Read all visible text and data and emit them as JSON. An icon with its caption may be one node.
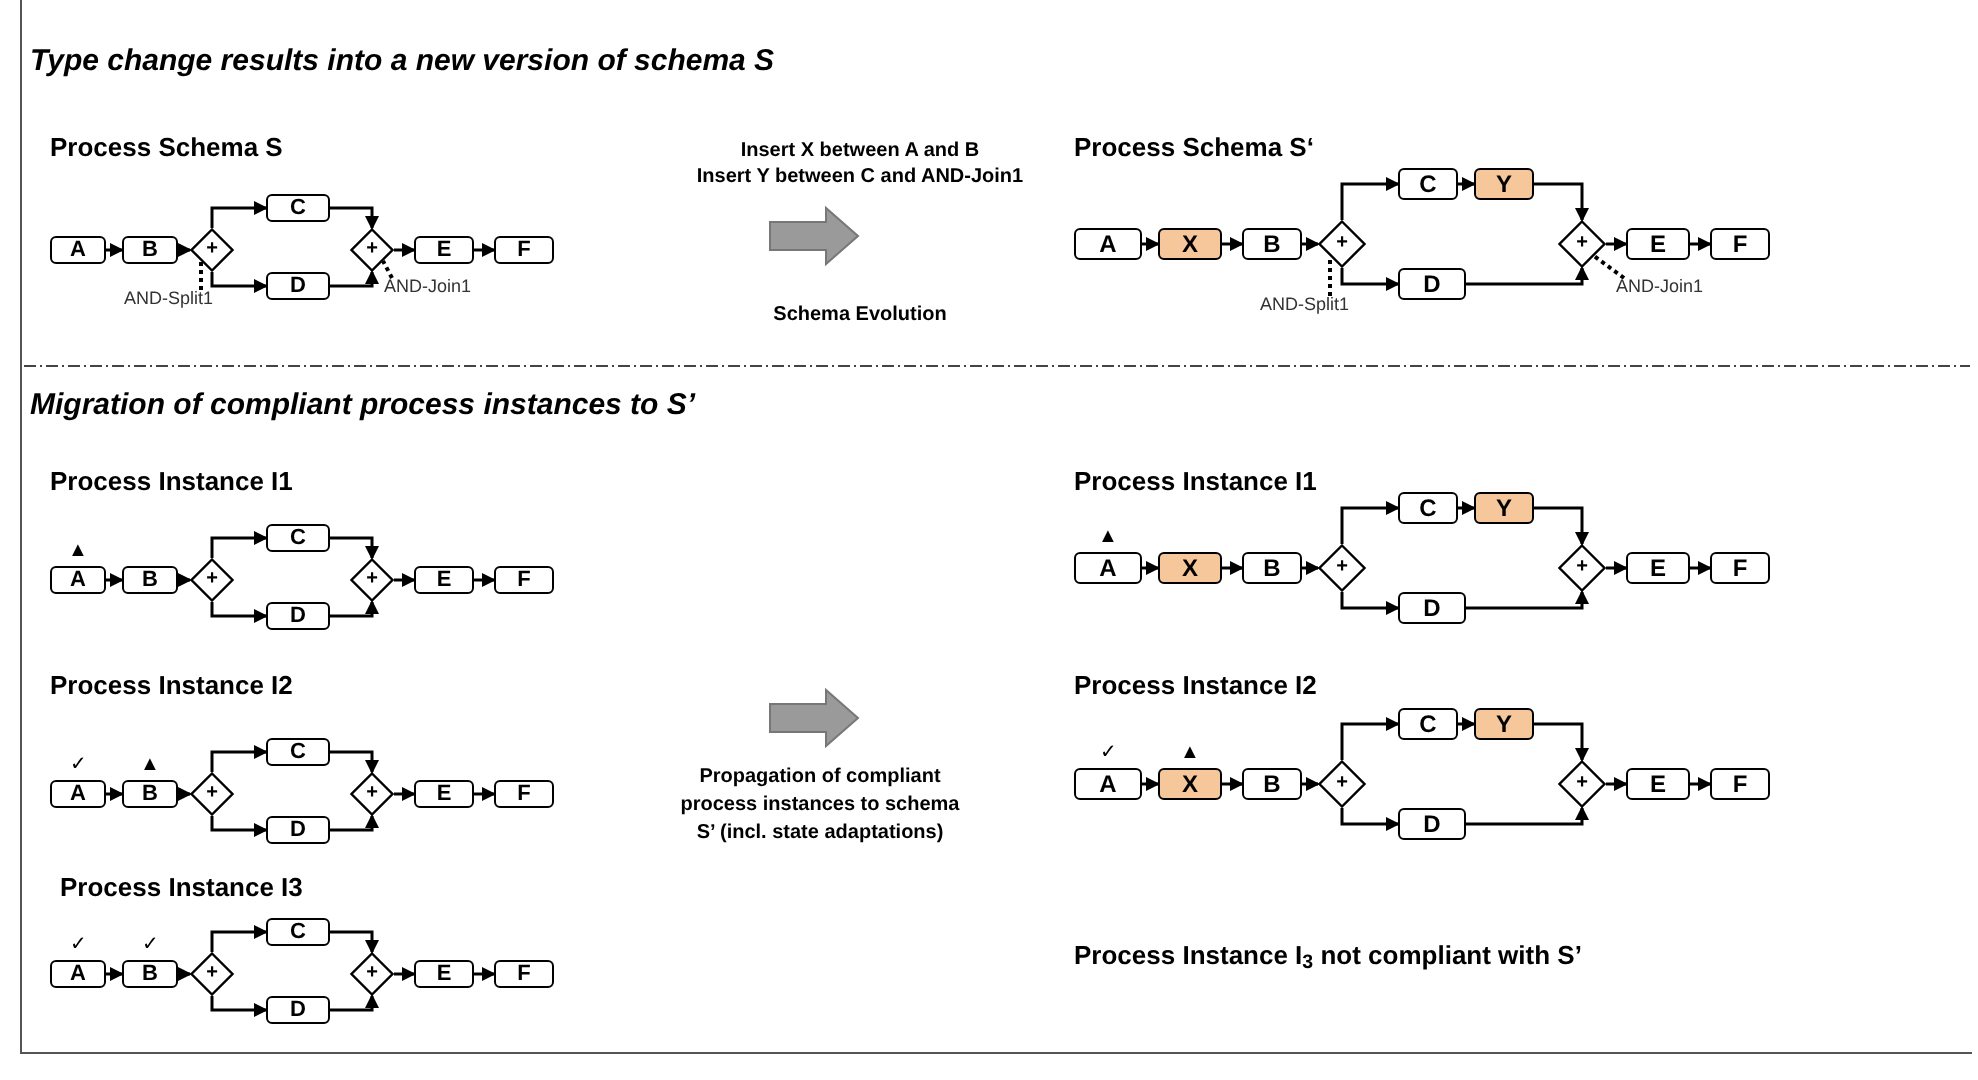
{
  "diagram": {
    "nodes": [
      {
        "text": [
          "A"
        ]
      },
      {
        "text": [
          "B"
        ]
      },
      {
        "text": [
          "+"
        ]
      },
      {
        "text": [
          "C"
        ]
      },
      {
        "text": [
          "D"
        ]
      },
      {
        "text": [
          "+"
        ]
      },
      {
        "text": [
          "E"
        ]
      },
      {
        "text": [
          "F"
        ]
      },
      {
        "text": [
          "AND-Split1"
        ]
      },
      {
        "text": [
          "AND-Join1"
        ]
      },
      {
        "text": [
          "A"
        ]
      },
      {
        "text": [
          "X"
        ]
      },
      {
        "text": [
          "B"
        ]
      },
      {
        "text": [
          "+"
        ]
      },
      {
        "text": [
          "C"
        ]
      },
      {
        "text": [
          "Y"
        ]
      },
      {
        "text": [
          "D"
        ]
      },
      {
        "text": [
          "+"
        ]
      },
      {
        "text": [
          "E"
        ]
      },
      {
        "text": [
          "F"
        ]
      },
      {
        "text": [
          "AND-Split1"
        ]
      },
      {
        "text": [
          "AND-Join1"
        ]
      },
      {
        "text": [
          "A"
        ],
        "beside": [
          "▲"
        ]
      },
      {
        "text": [
          "B"
        ]
      },
      {
        "text": [
          "+"
        ]
      },
      {
        "text": [
          "C"
        ]
      },
      {
        "text": [
          "D"
        ]
      },
      {
        "text": [
          "+"
        ]
      },
      {
        "text": [
          "E"
        ]
      },
      {
        "text": [
          "F"
        ]
      },
      {
        "text": [
          "A"
        ],
        "beside": [
          "▲"
        ]
      },
      {
        "text": [
          "X"
        ]
      },
      {
        "text": [
          "B"
        ]
      },
      {
        "text": [
          "+"
        ]
      },
      {
        "text": [
          "C"
        ]
      },
      {
        "text": [
          "Y"
        ]
      },
      {
        "text": [
          "D"
        ]
      },
      {
        "text": [
          "+"
        ]
      },
      {
        "text": [
          "E"
        ]
      },
      {
        "text": [
          "F"
        ]
      },
      {
        "text": [
          "A"
        ],
        "beside": [
          "✓"
        ]
      },
      {
        "text": [
          "B"
        ],
        "beside": [
          "▲"
        ]
      },
      {
        "text": [
          "+"
        ]
      },
      {
        "text": [
          "C"
        ]
      },
      {
        "text": [
          "D"
        ]
      },
      {
        "text": [
          "+"
        ]
      },
      {
        "text": [
          "E"
        ]
      },
      {
        "text": [
          "F"
        ]
      },
      {
        "text": [
          "A"
        ],
        "beside": [
          "✓"
        ]
      },
      {
        "text": [
          "X"
        ],
        "beside": [
          "▲"
        ]
      },
      {
        "text": [
          "B"
        ]
      },
      {
        "text": [
          "+"
        ]
      },
      {
        "text": [
          "C"
        ]
      },
      {
        "text": [
          "Y"
        ]
      },
      {
        "text": [
          "D"
        ]
      },
      {
        "text": [
          "+"
        ]
      },
      {
        "text": [
          "E"
        ]
      },
      {
        "text": [
          "F"
        ]
      },
      {
        "text": [
          "A"
        ],
        "beside": [
          "✓"
        ]
      },
      {
        "text": [
          "B"
        ],
        "beside": [
          "✓"
        ]
      },
      {
        "text": [
          "+"
        ]
      },
      {
        "text": [
          "C"
        ]
      },
      {
        "text": [
          "D"
        ]
      },
      {
        "text": [
          "+"
        ]
      },
      {
        "text": [
          "E"
        ]
      },
      {
        "text": [
          "F"
        ]
      }
    ],
    "edges": [
      {
        "from": 0,
        "to": 1,
        "arrow": "to"
      },
      {
        "from": 1,
        "to": 2,
        "arrow": "to"
      },
      {
        "from": 2,
        "to": 3,
        "arrow": "to"
      },
      {
        "from": 2,
        "to": 4,
        "arrow": "to"
      },
      {
        "from": 3,
        "to": 5,
        "arrow": "to"
      },
      {
        "from": 4,
        "to": 5,
        "arrow": "to"
      },
      {
        "from": 5,
        "to": 6,
        "arrow": "to"
      },
      {
        "from": 6,
        "to": 7,
        "arrow": "to"
      },
      {
        "from": 8,
        "to": 2,
        "arrow": "none",
        "style": "dashed"
      },
      {
        "from": 9,
        "to": 5,
        "arrow": "none",
        "style": "dashed"
      },
      {
        "from": 10,
        "to": 11,
        "arrow": "to"
      },
      {
        "from": 11,
        "to": 12,
        "arrow": "to"
      },
      {
        "from": 12,
        "to": 13,
        "arrow": "to"
      },
      {
        "from": 13,
        "to": 14,
        "arrow": "to"
      },
      {
        "from": 14,
        "to": 15,
        "arrow": "to"
      },
      {
        "from": 15,
        "to": 17,
        "arrow": "to"
      },
      {
        "from": 13,
        "to": 16,
        "arrow": "to"
      },
      {
        "from": 16,
        "to": 17,
        "arrow": "to"
      },
      {
        "from": 17,
        "to": 18,
        "arrow": "to"
      },
      {
        "from": 18,
        "to": 19,
        "arrow": "to"
      },
      {
        "from": 20,
        "to": 13,
        "arrow": "none",
        "style": "dashed"
      },
      {
        "from": 21,
        "to": 17,
        "arrow": "none",
        "style": "dashed"
      },
      {
        "from": 22,
        "to": 23,
        "arrow": "to"
      },
      {
        "from": 23,
        "to": 24,
        "arrow": "to"
      },
      {
        "from": 24,
        "to": 25,
        "arrow": "to"
      },
      {
        "from": 24,
        "to": 26,
        "arrow": "to"
      },
      {
        "from": 25,
        "to": 27,
        "arrow": "to"
      },
      {
        "from": 26,
        "to": 27,
        "arrow": "to"
      },
      {
        "from": 27,
        "to": 28,
        "arrow": "to"
      },
      {
        "from": 28,
        "to": 29,
        "arrow": "to"
      },
      {
        "from": 30,
        "to": 31,
        "arrow": "to"
      },
      {
        "from": 31,
        "to": 32,
        "arrow": "to"
      },
      {
        "from": 32,
        "to": 33,
        "arrow": "to"
      },
      {
        "from": 33,
        "to": 34,
        "arrow": "to"
      },
      {
        "from": 34,
        "to": 35,
        "arrow": "to"
      },
      {
        "from": 35,
        "to": 37,
        "arrow": "to"
      },
      {
        "from": 33,
        "to": 36,
        "arrow": "to"
      },
      {
        "from": 36,
        "to": 37,
        "arrow": "to"
      },
      {
        "from": 37,
        "to": 38,
        "arrow": "to"
      },
      {
        "from": 38,
        "to": 39,
        "arrow": "to"
      },
      {
        "from": 40,
        "to": 41,
        "arrow": "to"
      },
      {
        "from": 41,
        "to": 42,
        "arrow": "to"
      },
      {
        "from": 42,
        "to": 43,
        "arrow": "to"
      },
      {
        "from": 42,
        "to": 44,
        "arrow": "to"
      },
      {
        "from": 43,
        "to": 45,
        "arrow": "to"
      },
      {
        "from": 44,
        "to": 45,
        "arrow": "to"
      },
      {
        "from": 45,
        "to": 46,
        "arrow": "to"
      },
      {
        "from": 46,
        "to": 47,
        "arrow": "to"
      },
      {
        "from": 48,
        "to": 49,
        "arrow": "to"
      },
      {
        "from": 49,
        "to": 50,
        "arrow": "to"
      },
      {
        "from": 50,
        "to": 51,
        "arrow": "to"
      },
      {
        "from": 51,
        "to": 52,
        "arrow": "to"
      },
      {
        "from": 52,
        "to": 53,
        "arrow": "to"
      },
      {
        "from": 53,
        "to": 55,
        "arrow": "to"
      },
      {
        "from": 51,
        "to": 54,
        "arrow": "to"
      },
      {
        "from": 54,
        "to": 55,
        "arrow": "to"
      },
      {
        "from": 55,
        "to": 56,
        "arrow": "to"
      },
      {
        "from": 56,
        "to": 57,
        "arrow": "to"
      },
      {
        "from": 58,
        "to": 59,
        "arrow": "to"
      },
      {
        "from": 59,
        "to": 60,
        "arrow": "to"
      },
      {
        "from": 60,
        "to": 61,
        "arrow": "to"
      },
      {
        "from": 60,
        "to": 62,
        "arrow": "to"
      },
      {
        "from": 61,
        "to": 63,
        "arrow": "to"
      },
      {
        "from": 62,
        "to": 63,
        "arrow": "to"
      },
      {
        "from": 63,
        "to": 64,
        "arrow": "to"
      },
      {
        "from": 64,
        "to": 65,
        "arrow": "to"
      }
    ],
    "labels": [
      "Type change results into a new version of schema S",
      "Process Schema S",
      "Insert X between A and B",
      "Insert Y between C and AND-Join1",
      "Schema Evolution",
      "Process Schema S‘",
      "Migration of compliant process instances to S’",
      "Process Instance I1",
      "Process Instance I1",
      "Process Instance I2",
      "Process Instance I2",
      "Propagation of compliant process instances to schema S’ (incl. state adaptations)",
      "Process Instance I3",
      "Process Instance I$_{3}$ not compliant with S’"
    ]
  }
}
